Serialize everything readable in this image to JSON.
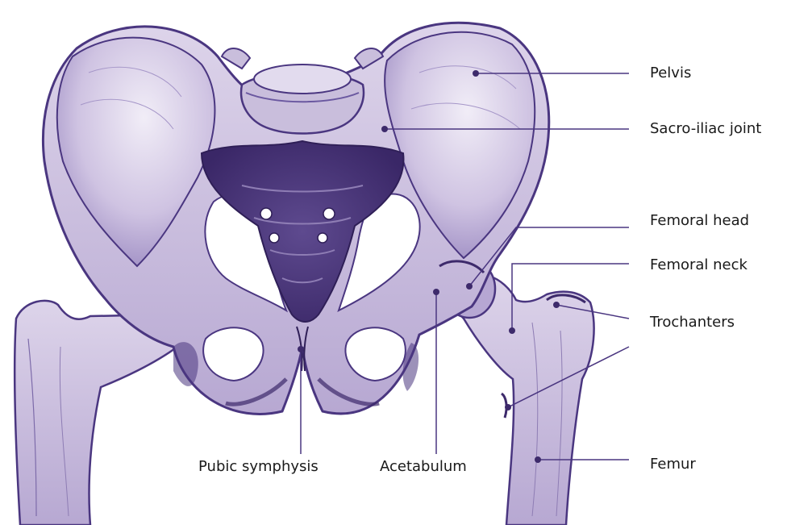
{
  "labels": {
    "pelvis": "Pelvis",
    "sacroiliac_joint": "Sacro-iliac joint",
    "femoral_head": "Femoral head",
    "femoral_neck": "Femoral neck",
    "trochanters": "Trochanters",
    "femur": "Femur",
    "pubic_symphysis": "Pubic symphysis",
    "acetabulum": "Acetabulum"
  },
  "colors": {
    "bone_fill": "#c9bedc",
    "bone_light": "#e2dbee",
    "bone_shade": "#8e7db4",
    "bone_dark": "#3d2a6b",
    "outline": "#4a3680",
    "leader_line": "#4a3680",
    "text": "#1a1a1a"
  }
}
